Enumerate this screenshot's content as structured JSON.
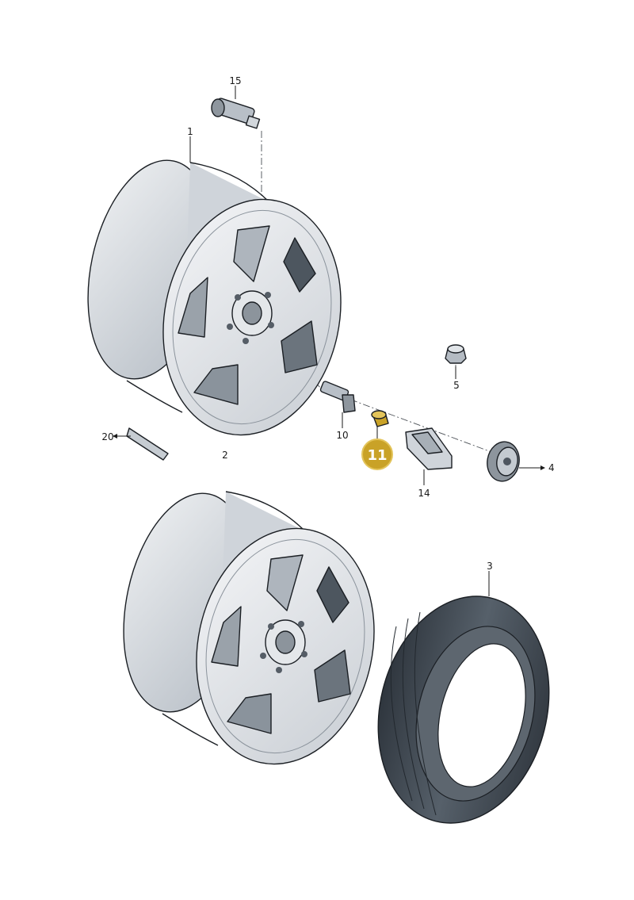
{
  "diagram": {
    "callouts": {
      "c15": "15",
      "c1": "1",
      "c5": "5",
      "c20": "20",
      "c2": "2",
      "c10": "10",
      "c11": "11",
      "c14": "14",
      "c4": "4",
      "c3": "3"
    },
    "highlight": {
      "fill": "#c9a227",
      "ring": "#e3c45a"
    },
    "colors": {
      "metal": "#d9dde2",
      "shade": "#aeb5bd",
      "dark": "#5c646d",
      "tire": "#3d454e"
    },
    "icons": [
      "wheel-rim",
      "tire",
      "wheel-bolt",
      "valve",
      "center-cap",
      "cap-puller"
    ]
  }
}
